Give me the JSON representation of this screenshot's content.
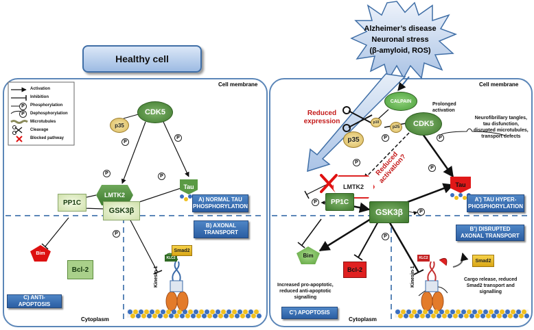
{
  "healthy": {
    "title": "Healthy cell",
    "membrane": "Cell membrane",
    "cytoplasm": "Cytoplasm",
    "legend": [
      {
        "icon": "activation-arrow-icon",
        "label": "Activation"
      },
      {
        "icon": "inhibition-bar-icon",
        "label": "Inhibition"
      },
      {
        "icon": "phosphorylation-icon",
        "label": "Phosphorylation"
      },
      {
        "icon": "dephosphorylation-icon",
        "label": "Dephosphorylation"
      },
      {
        "icon": "microtubule-icon",
        "label": "Microtubules"
      },
      {
        "icon": "scissors-icon",
        "label": "Cleavage"
      },
      {
        "icon": "red-x-icon",
        "label": "Blocked pathway"
      }
    ],
    "nodes": {
      "cdk5": "CDK5",
      "p35": "p35",
      "lmtk2": "LMTK2",
      "pp1c": "PP1C",
      "gsk3b": "GSK3β",
      "tau": "Tau",
      "bim": "Bim",
      "bcl2": "Bcl-2",
      "lc2": "KLC2",
      "smad2": "Smad2",
      "kinesin": "Kinesin-1"
    },
    "boxes": {
      "a": "A) NORMAL TAU PHOSPHORYLATION",
      "b": "B) AXONAL TRANSPORT",
      "c": "C) ANTI-APOPTOSIS"
    }
  },
  "disease": {
    "starburst": [
      "Alzheimer’s disease",
      "Neuronal stress",
      "(β-amyloid, ROS)"
    ],
    "membrane": "Cell membrane",
    "cytoplasm": "Cytoplasm",
    "nodes": {
      "calpain": "CALPAIN",
      "cdk5": "CDK5",
      "p35": "p35",
      "p25": "p25",
      "p10": "p10",
      "lmtk2": "LMTK2",
      "pp1c": "PP1C",
      "gsk3b": "GSK3β",
      "tau": "Tau",
      "bim": "Bim",
      "bcl2": "Bcl-2",
      "lc2": "KLC2",
      "smad2": "Smad2",
      "kinesin": "Kinesin-1"
    },
    "annotations": {
      "reduced_expression": [
        "Reduced",
        "expression"
      ],
      "reduced_activation": [
        "Reduced",
        "activation?"
      ],
      "prolonged": [
        "Prolonged",
        "activation"
      ],
      "tangles": [
        "Neurofibrillary tangles,",
        "tau disfunction,",
        "disrupted microtubules,",
        "transport defects"
      ],
      "apoptotic": [
        "Increased pro-apoptotic,",
        "reduced anti-apoptotic",
        "signalling"
      ],
      "cargo": [
        "Cargo release, reduced",
        "Smad2 transport and",
        "signalling"
      ]
    },
    "boxes": {
      "a": "A’) TAU HYPER-PHOSPHORYLATION",
      "b": "B’) DISRUPTED AXONAL TRANSPORT",
      "c": "C’) APOPTOSIS"
    }
  },
  "symbols": {
    "phospho": "P"
  },
  "colors": {
    "cell_border": "#5b86b8",
    "green_node": "#3f7a2e",
    "red": "#d22222",
    "box_blue": "#2b5ea3"
  }
}
